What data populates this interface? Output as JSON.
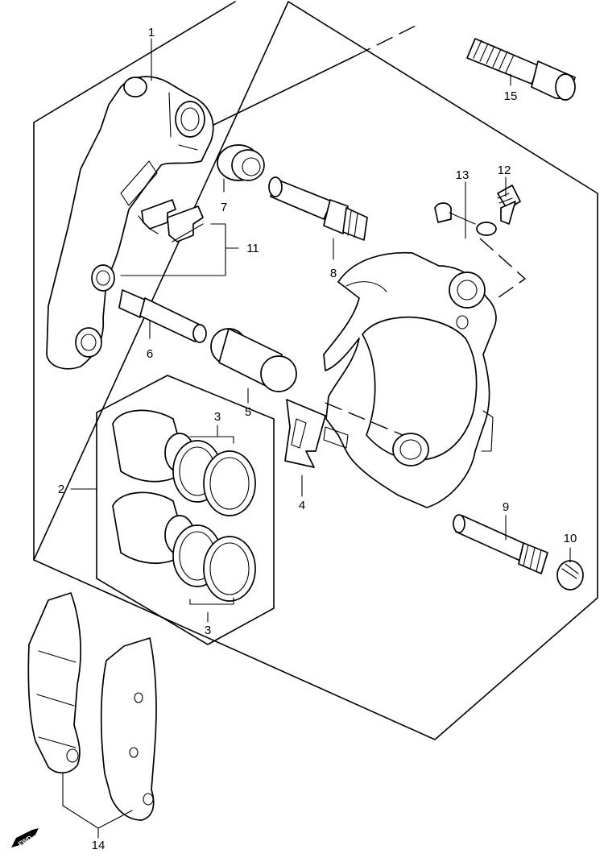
{
  "callouts": {
    "c1": "1",
    "c2": "2",
    "c3a": "3",
    "c3b": "3",
    "c4": "4",
    "c5": "5",
    "c6": "6",
    "c7": "7",
    "c8": "8",
    "c9": "9",
    "c10": "10",
    "c11": "11",
    "c12": "12",
    "c13": "13",
    "c14": "14",
    "c15": "15"
  },
  "direction_badge": "FWD",
  "icons": {
    "direction": "forward-arrow-icon"
  }
}
